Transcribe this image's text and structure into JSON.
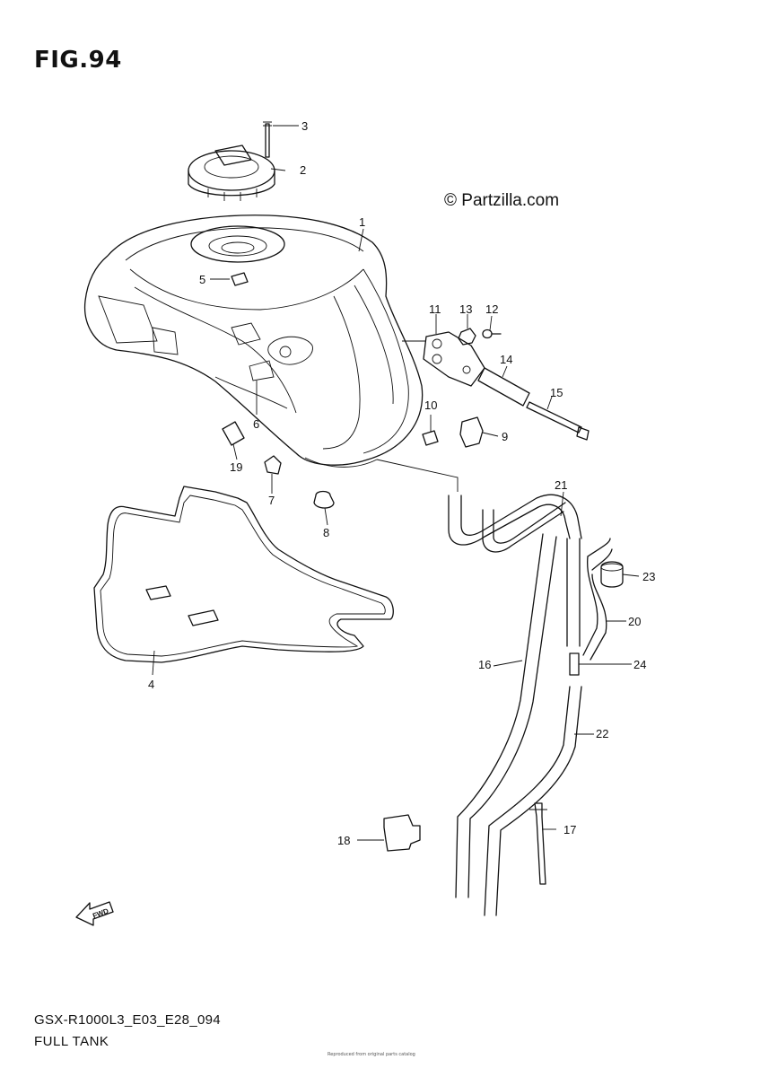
{
  "figure": {
    "title": "FIG.94",
    "watermark": "© Partzilla.com",
    "code": "GSX-R1000L3_E03_E28_094",
    "name": "FULL TANK",
    "footnote": "Reproduced from original parts catalog"
  },
  "parts": [
    {
      "ref": "1"
    },
    {
      "ref": "2"
    },
    {
      "ref": "3"
    },
    {
      "ref": "4"
    },
    {
      "ref": "5"
    },
    {
      "ref": "6"
    },
    {
      "ref": "7"
    },
    {
      "ref": "8"
    },
    {
      "ref": "9"
    },
    {
      "ref": "10"
    },
    {
      "ref": "11"
    },
    {
      "ref": "12"
    },
    {
      "ref": "13"
    },
    {
      "ref": "14"
    },
    {
      "ref": "15"
    },
    {
      "ref": "16"
    },
    {
      "ref": "17"
    },
    {
      "ref": "18"
    },
    {
      "ref": "19"
    },
    {
      "ref": "20"
    },
    {
      "ref": "21"
    },
    {
      "ref": "22"
    },
    {
      "ref": "23"
    },
    {
      "ref": "24"
    }
  ],
  "icons": {
    "fwd_arrow": "fwd-arrow-icon",
    "fwd_text": "FWD"
  }
}
